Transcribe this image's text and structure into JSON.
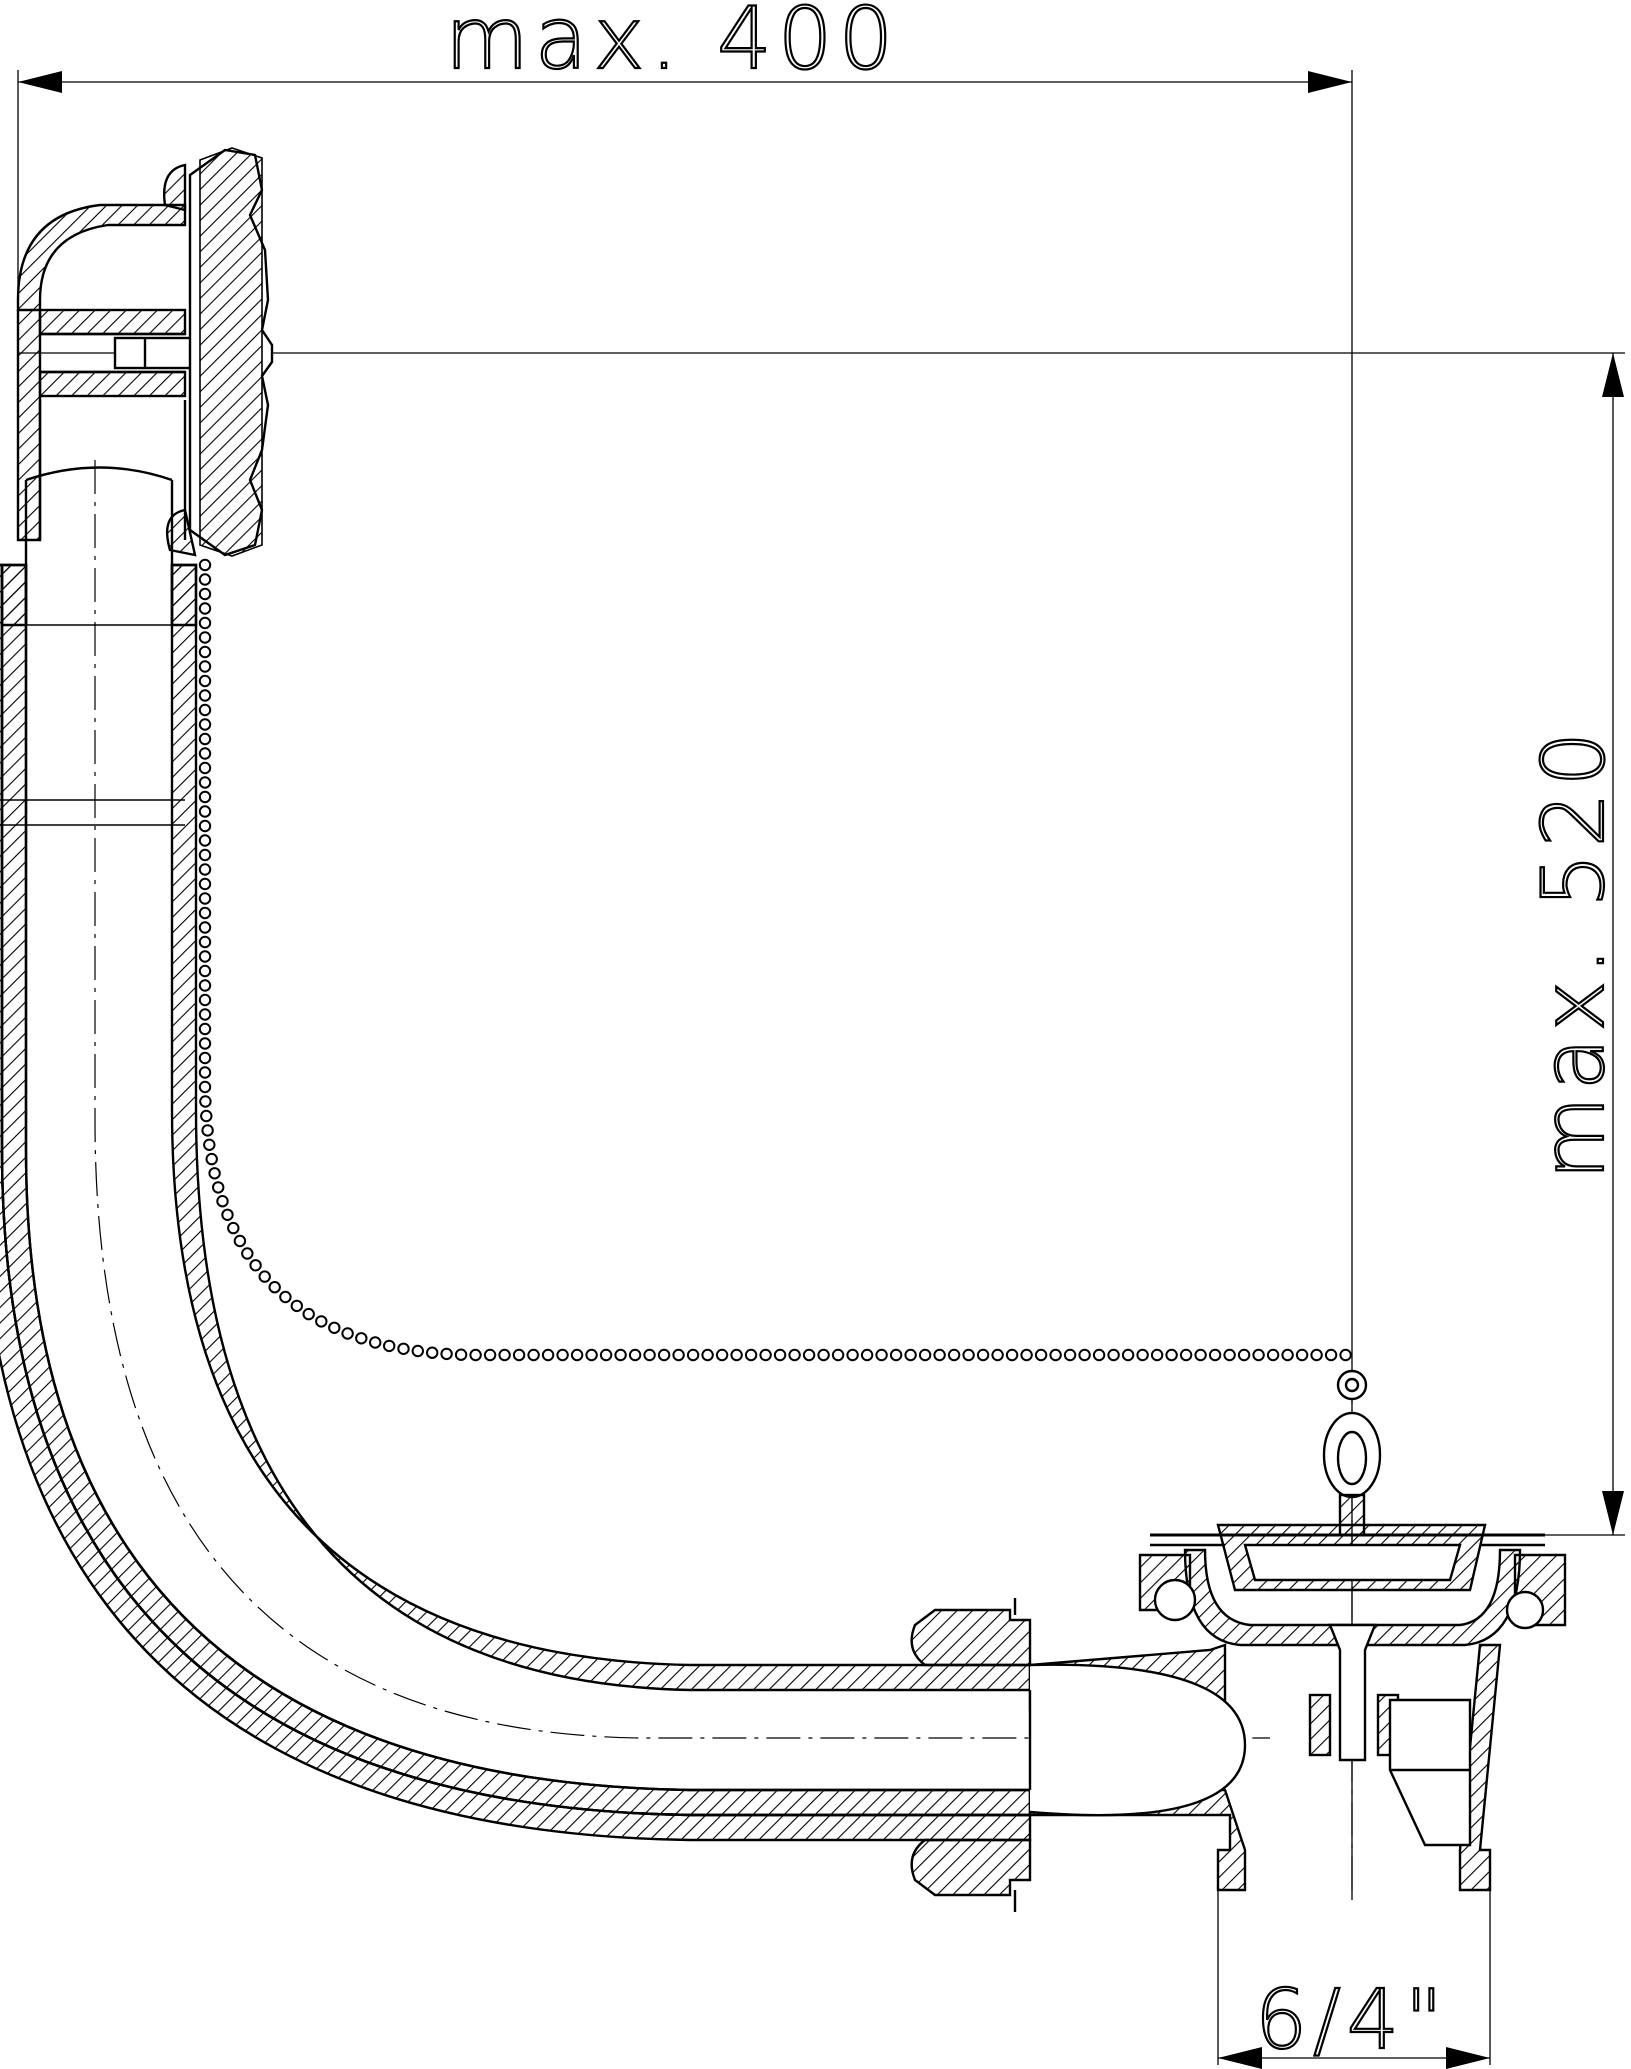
{
  "dimensions": {
    "width_label": "max. 400",
    "height_label": "max. 520",
    "outlet_label": "6/4\""
  }
}
